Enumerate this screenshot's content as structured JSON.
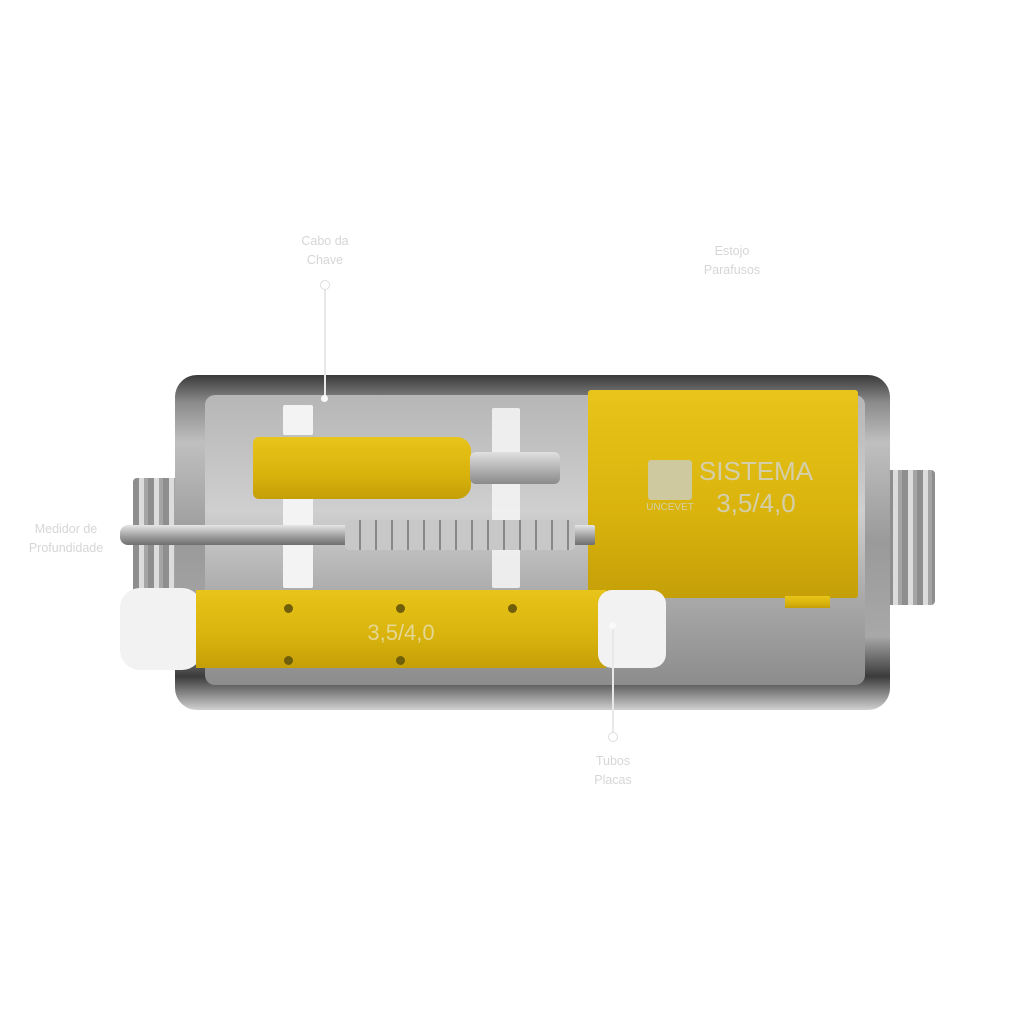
{
  "callouts": {
    "cabo_da_chave": {
      "line1": "Cabo da",
      "line2": "Chave"
    },
    "estojo_parafusos": {
      "line1": "Estojo",
      "line2": "Parafusos"
    },
    "medidor_de_profundidade": {
      "line1": "Medidor de",
      "line2": "Profundidade"
    },
    "tubos_placas": {
      "line1": "Tubos",
      "line2": "Placas"
    }
  },
  "product": {
    "box_brand": "UNCEVET",
    "box_title": "SISTEMA",
    "box_size": "3,5/4,0",
    "tube_size": "3,5/4,0"
  },
  "colors": {
    "gold": "#d9b30c",
    "steel": "#b0b0b0",
    "label": "#d6d6d6"
  }
}
